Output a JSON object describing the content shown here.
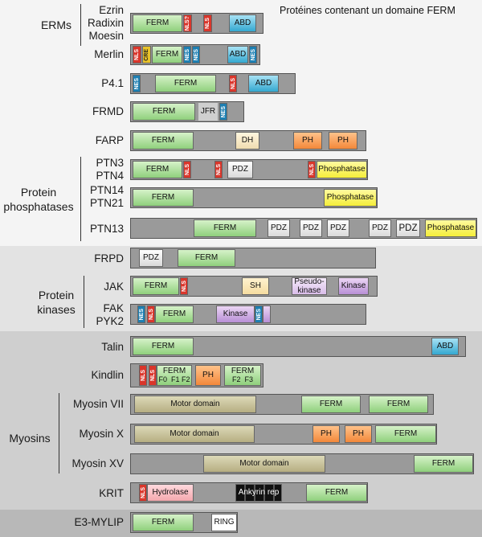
{
  "title": "Protéines contenant un domaine FERM",
  "groups": {
    "erms": "ERMs",
    "phosphatases_1": "Protein",
    "phosphatases_2": "phosphatases",
    "kinases_1": "Protein",
    "kinases_2": "kinases",
    "myosins": "Myosins"
  },
  "proteins": {
    "ezrin": "Ezrin",
    "radixin": "Radixin",
    "moesin": "Moesin",
    "merlin": "Merlin",
    "p41": "P4.1",
    "frmd": "FRMD",
    "farp": "FARP",
    "ptn3": "PTN3",
    "ptn4": "PTN4",
    "ptn14": "PTN14",
    "ptn21": "PTN21",
    "ptn13": "PTN13",
    "frpd": "FRPD",
    "jak": "JAK",
    "fak": "FAK",
    "pyk2": "PYK2",
    "talin": "Talin",
    "kindlin": "Kindlin",
    "myosin7": "Myosin VII",
    "myosin10": "Myosin X",
    "myosin15": "Myosin XV",
    "krit": "KRIT",
    "e3mylip": "E3-MYLIP"
  },
  "domains": {
    "ferm": "FERM",
    "abd": "ABD",
    "nls": "NLS",
    "nls_q": "NLS?",
    "nes": "NES",
    "cre": "CRE",
    "jfr": "JFR",
    "dh": "DH",
    "ph": "PH",
    "pdz": "PDZ",
    "phosphatase": "Phosphatase",
    "sh": "SH",
    "pseudokinase": "Pseudo-\nkinase",
    "kinase": "Kinase",
    "motor": "Motor domain",
    "hydrolase": "Hydrolase",
    "ankyrin": "Ankyrin rep",
    "ring": "RING",
    "f0": "F0",
    "f1": "F1",
    "f2": "F2",
    "f3": "F3"
  },
  "colors": {
    "ferm": "#8fd07c",
    "abd": "#34a8d0",
    "nls": "#d9362b",
    "nes": "#1d7fb2",
    "cre": "#e8c229",
    "ph": "#f3883a",
    "phosphatase": "#f5ee3a",
    "kinase": "#b88fd6",
    "motor": "#b6ae82",
    "hydrolase": "#f4a8ae"
  }
}
